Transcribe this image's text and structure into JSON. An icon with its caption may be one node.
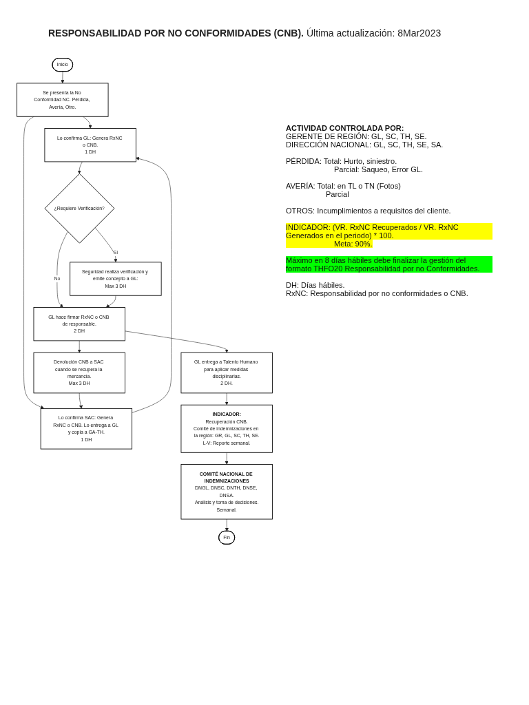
{
  "diagram": {
    "title": "**RESPONSABILIDAD POR NO CONFORMIDADES (CNB).** Última actualización: 8Mar2023",
    "nodes": [
      {
        "text": [
          "Inicio"
        ]
      },
      {
        "text": [
          "Se presenta la No Conformidad NC. Pérdida, Avería, Otro."
        ]
      },
      {
        "text": [
          "Lo confirma GL: Genera RxNC o CNB.",
          "1 DH"
        ]
      },
      {
        "text": [
          "Lo confirma SAC: Genera RxNC o CNB. Lo entrega a GL y copia a GA-TH.",
          "1 DH"
        ]
      },
      {
        "text": [
          "¿Requiere Verificación?"
        ]
      },
      {
        "text": [
          "Seguridad realiza verificación y emite concepto a GL:",
          "Max 3 DH"
        ]
      },
      {
        "text": [
          "Devolución CNB a SAC cuando se recupera la mercancía.",
          "Max 3 DH"
        ]
      },
      {
        "text": [
          "GL hace firmar RxNC o CNB de responsable.",
          "2 DH"
        ]
      },
      {
        "text": [
          "GL entrega a Talento Humano para aplicar medidas disciplinarias.",
          "2 DH."
        ]
      },
      {
        "text": [
          "INDICADOR:",
          "Recuperación CNB.",
          "Comité de indemnizaciones en la región: GR, GL, SC, TH, SE.",
          "L-V: Reporte semanal."
        ]
      },
      {
        "text": [
          "COMITÉ NACIONAL DE INDEMNIZACIONES",
          "DNGL, DNSC, DNTH, DNSE, DNSA.",
          "Análisis y toma de decisiones.",
          "Semanal."
        ]
      },
      {
        "text": [
          "Fin"
        ]
      }
    ],
    "edges": [
      {
        "from": 0,
        "to": 1,
        "arrow": "to"
      },
      {
        "from": 1,
        "to": 2,
        "arrow": "to"
      },
      {
        "from": 1,
        "to": 3,
        "arrow": "to"
      },
      {
        "from": 3,
        "to": 2,
        "arrow": "to"
      },
      {
        "from": 2,
        "to": 4,
        "arrow": "to"
      },
      {
        "from": 4,
        "to": 5,
        "arrow": "to",
        "label": "Si"
      },
      {
        "from": 4,
        "to": 7,
        "arrow": "to",
        "label": "No"
      },
      {
        "from": 5,
        "to": 7,
        "arrow": "to"
      },
      {
        "from": 7,
        "to": 6,
        "arrow": "to"
      },
      {
        "from": 6,
        "to": 3,
        "arrow": "to"
      },
      {
        "from": 7,
        "to": 8,
        "arrow": "to"
      },
      {
        "from": 8,
        "to": 9,
        "arrow": "to"
      },
      {
        "from": 9,
        "to": 10,
        "arrow": "to"
      },
      {
        "from": 10,
        "to": 11,
        "arrow": "to"
      }
    ],
    "labels": [
      "ACTIVIDAD CONTROLADA POR:",
      "GERENTE DE REGIÓN: GL, SC, TH, SE.",
      "DIRECCIÓN NACIONAL: GL, SC, TH, SE, SA.",
      "PÉRDIDA: Total: Hurto, siniestro.",
      "Parcial: Saqueo, Error GL.",
      "AVERÍA: Total: en TL o TN (Fotos)",
      "Parcial",
      "OTROS: Incumplimientos a requisitos del cliente.",
      "INDICADOR: (VR. RxNC Recuperados / VR. RxNC Generados en el periodo) * 100.",
      "Meta: 90%.",
      "Máximo en 8 días hábiles debe finalizar la gestión del formato THFO20 Responsabilidad por no Conformidades.",
      "DH: Días hábiles.",
      "RxNC: Responsabilidad por no conformidades o CNB."
    ]
  }
}
